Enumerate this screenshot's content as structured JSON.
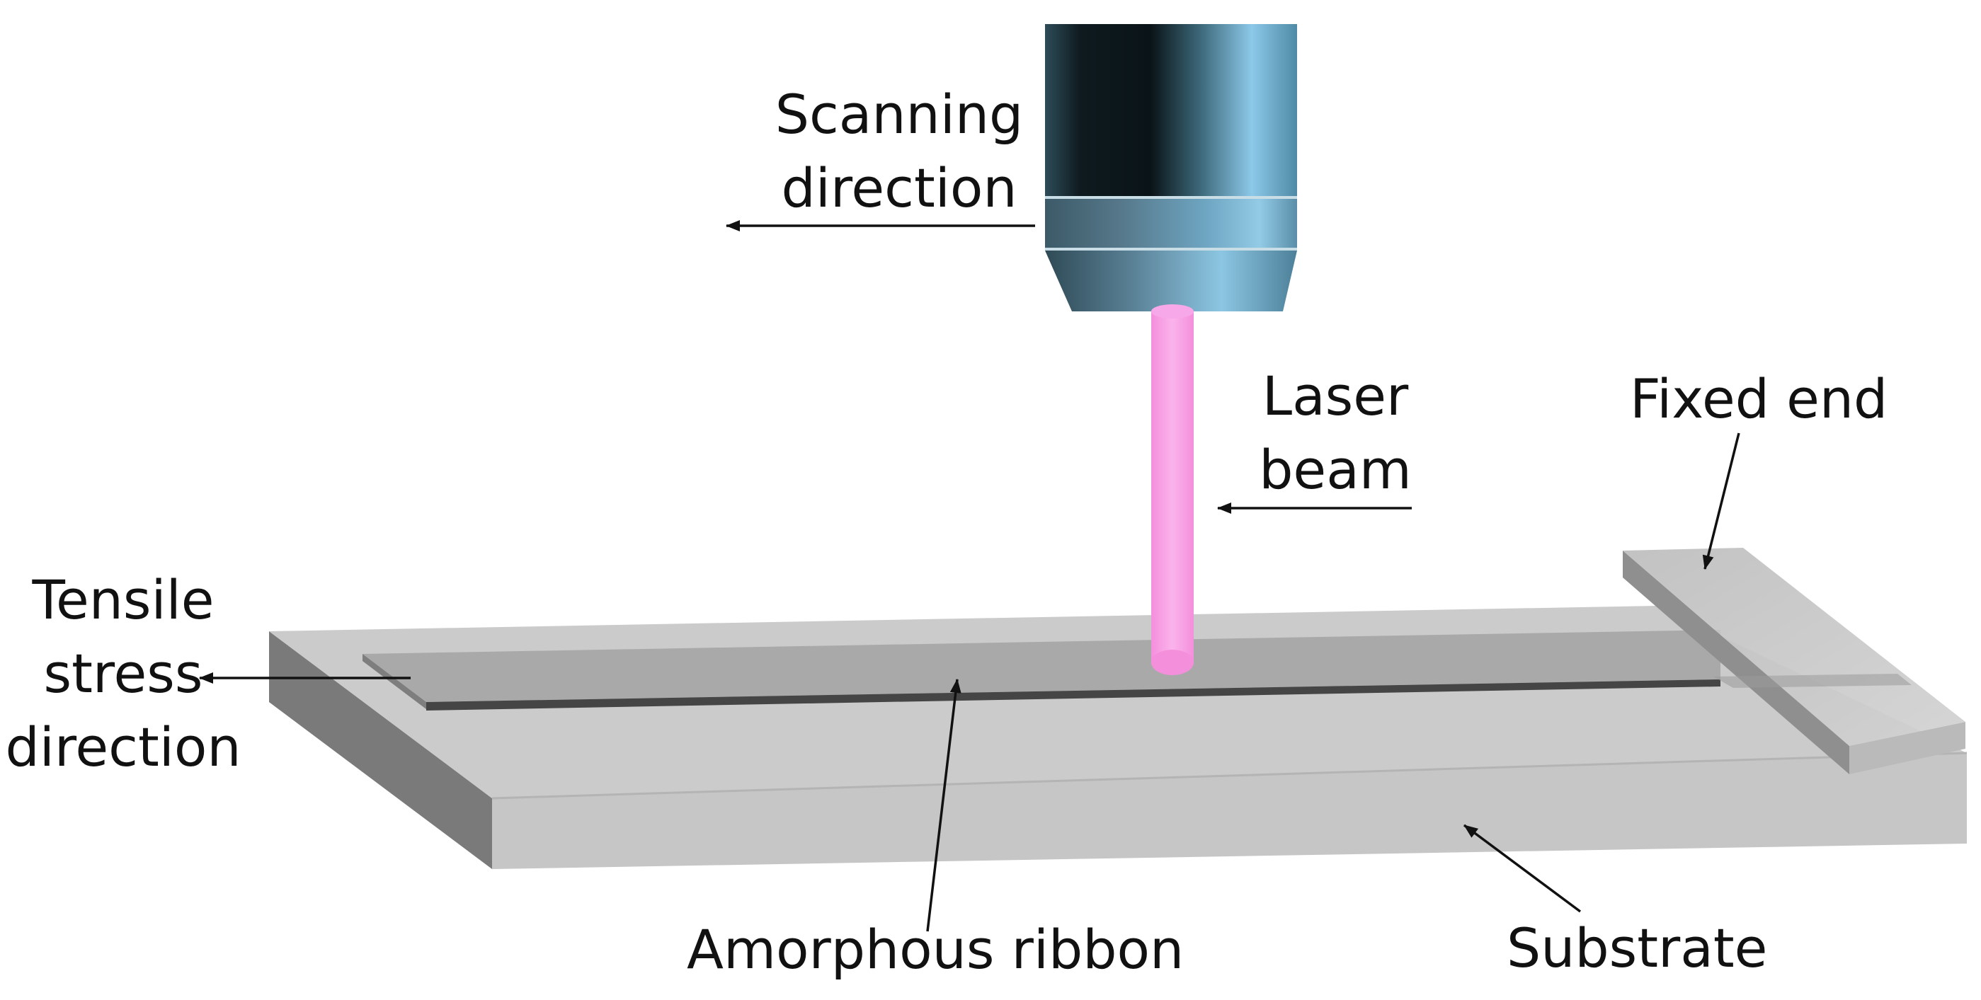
{
  "labels": {
    "scanning_direction": [
      "Scanning",
      "direction"
    ],
    "laser_beam": [
      "Laser",
      "beam"
    ],
    "fixed_end": "Fixed end",
    "tensile_stress_direction": [
      "Tensile",
      "stress",
      "direction"
    ],
    "amorphous_ribbon": "Amorphous ribbon",
    "substrate": "Substrate"
  },
  "colors": {
    "laser_beam": "#f7a0e4",
    "substrate_top": "#cbcbcb",
    "substrate_front": "#c6c6c6",
    "substrate_side": "#7a7a7a",
    "ribbon": "#a9a9a9",
    "ribbon_edge": "#454545",
    "lens_dark": "#0e1a1f",
    "lens_light": "#8cc8e8",
    "arrow": "#111111"
  }
}
